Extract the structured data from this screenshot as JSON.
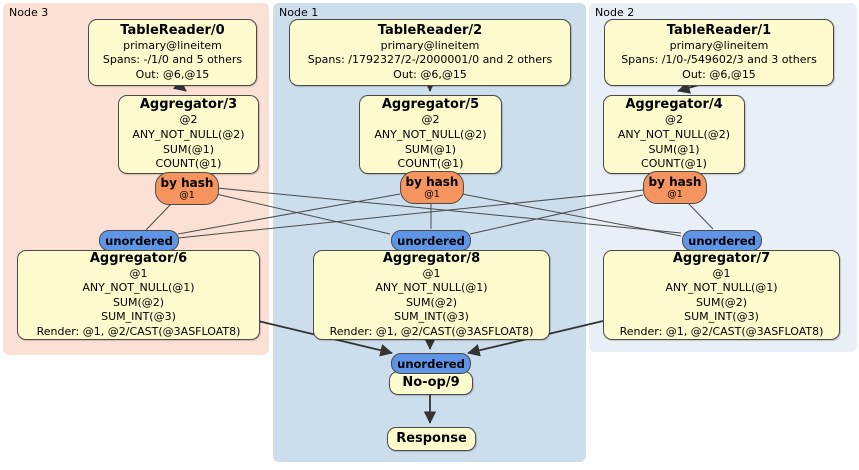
{
  "regions": [
    {
      "label": "Node 3"
    },
    {
      "label": "Node 1"
    },
    {
      "label": "Node 2"
    }
  ],
  "processors": {
    "tablereader0": {
      "title": "TableReader/0",
      "lines": [
        "primary@lineitem",
        "Spans: -/1/0 and 5 others",
        "Out: @6,@15"
      ]
    },
    "tablereader2": {
      "title": "TableReader/2",
      "lines": [
        "primary@lineitem",
        "Spans: /1792327/2-/2000001/0 and 2 others",
        "Out: @6,@15"
      ]
    },
    "tablereader1": {
      "title": "TableReader/1",
      "lines": [
        "primary@lineitem",
        "Spans: /1/0-/549602/3 and 3 others",
        "Out: @6,@15"
      ]
    },
    "aggregator3": {
      "title": "Aggregator/3",
      "lines": [
        "@2",
        "ANY_NOT_NULL(@2)",
        "SUM(@1)",
        "COUNT(@1)"
      ]
    },
    "aggregator5": {
      "title": "Aggregator/5",
      "lines": [
        "@2",
        "ANY_NOT_NULL(@2)",
        "SUM(@1)",
        "COUNT(@1)"
      ]
    },
    "aggregator4": {
      "title": "Aggregator/4",
      "lines": [
        "@2",
        "ANY_NOT_NULL(@2)",
        "SUM(@1)",
        "COUNT(@1)"
      ]
    },
    "aggregator6": {
      "title": "Aggregator/6",
      "lines": [
        "@1",
        "ANY_NOT_NULL(@1)",
        "SUM(@2)",
        "SUM_INT(@3)",
        "Render: @1, @2/CAST(@3ASFLOAT8)"
      ]
    },
    "aggregator8": {
      "title": "Aggregator/8",
      "lines": [
        "@1",
        "ANY_NOT_NULL(@1)",
        "SUM(@2)",
        "SUM_INT(@3)",
        "Render: @1, @2/CAST(@3ASFLOAT8)"
      ]
    },
    "aggregator7": {
      "title": "Aggregator/7",
      "lines": [
        "@1",
        "ANY_NOT_NULL(@1)",
        "SUM(@2)",
        "SUM_INT(@3)",
        "Render: @1, @2/CAST(@3ASFLOAT8)"
      ]
    },
    "noop9": {
      "title": "No-op/9"
    },
    "response": {
      "title": "Response"
    }
  },
  "routers": [
    {
      "label": "by hash",
      "detail": "@1"
    },
    {
      "label": "by hash",
      "detail": "@1"
    },
    {
      "label": "by hash",
      "detail": "@1"
    }
  ],
  "streams": [
    {
      "label": "unordered"
    },
    {
      "label": "unordered"
    },
    {
      "label": "unordered"
    },
    {
      "label": "unordered"
    }
  ],
  "colors": {
    "node3_region": "#fbe1d5",
    "node1_region": "#ccdeec",
    "node2_region": "#e9eff6",
    "processor_fill": "#fdfbcd",
    "router_fill": "#f6945f",
    "stream_fill": "#5e95e6",
    "edge": "#333333"
  }
}
